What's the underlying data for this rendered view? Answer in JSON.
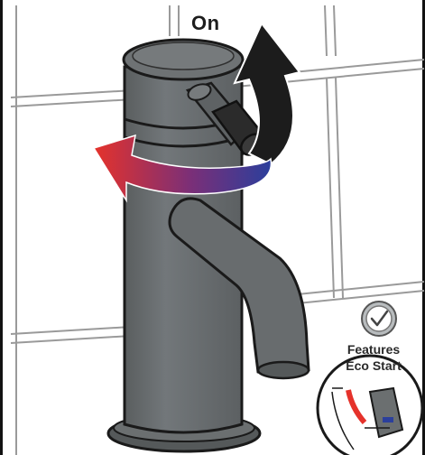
{
  "rotation_label": "On",
  "badge": {
    "line1": "Features",
    "line2": "Eco Start",
    "check_icon": "check-circle-icon"
  },
  "colors": {
    "tap_body": "#6b6f70",
    "tap_shadow": "#4e5253",
    "outline": "#1a1a1a",
    "handle": "#2b2b2b",
    "arrow_on": "#1c1c1c",
    "arrow_hot": "#e5322b",
    "arrow_cold": "#2b3f9c",
    "tile_grout": "#9a9a9a",
    "wall": "#ffffff"
  }
}
